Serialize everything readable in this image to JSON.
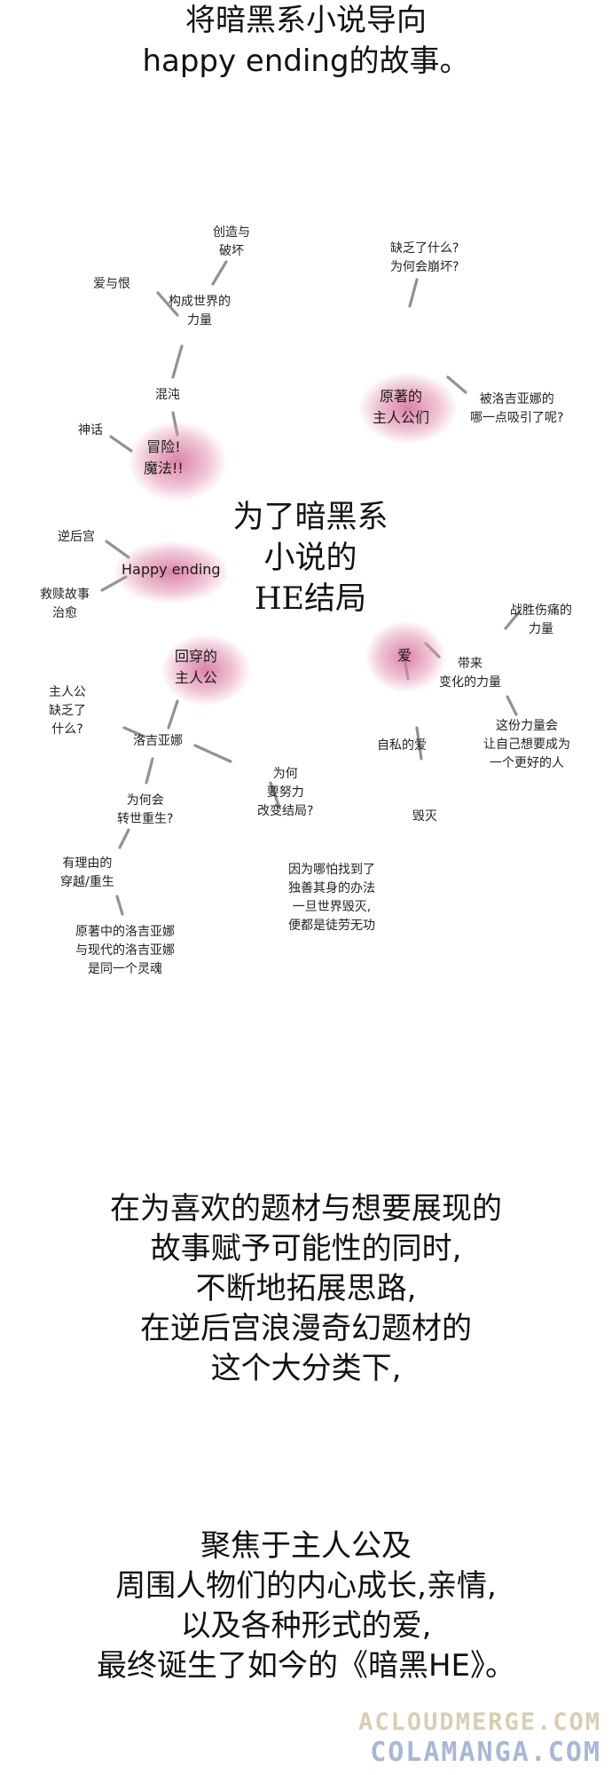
{
  "intro": {
    "lines": [
      "将暗黑系小说导向",
      "happy ending的故事。"
    ]
  },
  "mindmap": {
    "center": [
      "为了暗黑系",
      "小说的",
      "HE结局"
    ],
    "nodes": {
      "chuangzao": [
        "创造与",
        "破坏"
      ],
      "aiyuhen": "爱与恨",
      "goucheng": [
        "构成世界的",
        "力量"
      ],
      "hundun": "混沌",
      "shenhua": "神话",
      "maoxian": [
        "冒险!",
        "魔法!!"
      ],
      "quefa_top": [
        "缺乏了什么?",
        "为何会崩坏?"
      ],
      "yuanzhu": [
        "原著的",
        "主人公们"
      ],
      "luojiya_attract": [
        "被洛吉亚娜的",
        "哪一点吸引了呢?"
      ],
      "nihougong": "逆后宫",
      "happy": "Happy ending",
      "jiushu": [
        "救赎故事",
        "治愈"
      ],
      "huiguidezhurengong": [
        "回穿的",
        "主人公"
      ],
      "zhurengong_quefa": [
        "主人公",
        "缺乏了",
        "什么?"
      ],
      "luojiya": "洛吉亚娜",
      "weihe_zhuanshi": [
        "为何会",
        "转世重生?"
      ],
      "youliyou": [
        "有理由的",
        "穿越/重生"
      ],
      "yuanzhu_luojiya": [
        "原著中的洛吉亚娜",
        "与现代的洛吉亚娜",
        "是同一个灵魂"
      ],
      "weihe_nuli": [
        "为何",
        "要努力",
        "改变结局?"
      ],
      "yinwei": [
        "因为哪怕找到了",
        "独善其身的办法",
        "一旦世界毁灭,",
        "便都是徒劳无功"
      ],
      "ai": "爱",
      "daila": [
        "带来",
        "变化的力量"
      ],
      "zhansheng": [
        "战胜伤痛的",
        "力量"
      ],
      "zisi": "自私的爱",
      "huimie": "毁灭",
      "zheshi": [
        "这份力量会",
        "让自己想要成为",
        "一个更好的人"
      ]
    }
  },
  "para1": {
    "lines": [
      "在为喜欢的题材与想要展现的",
      "故事赋予可能性的同时,",
      "不断地拓展思路,",
      "在逆后宫浪漫奇幻题材的",
      "这个大分类下,"
    ]
  },
  "para2": {
    "lines": [
      "聚焦于主人公及",
      "周围人物们的内心成长,亲情,",
      "以及各种形式的爱,",
      "最终诞生了如今的《暗黑HE》。"
    ]
  },
  "watermark": {
    "line1": "ACLOUDMERGE.COM",
    "line2": "COLAMANGA.COM"
  },
  "colors": {
    "blob_pink": "#d66e96",
    "connector": "#777777",
    "text": "#111111"
  }
}
